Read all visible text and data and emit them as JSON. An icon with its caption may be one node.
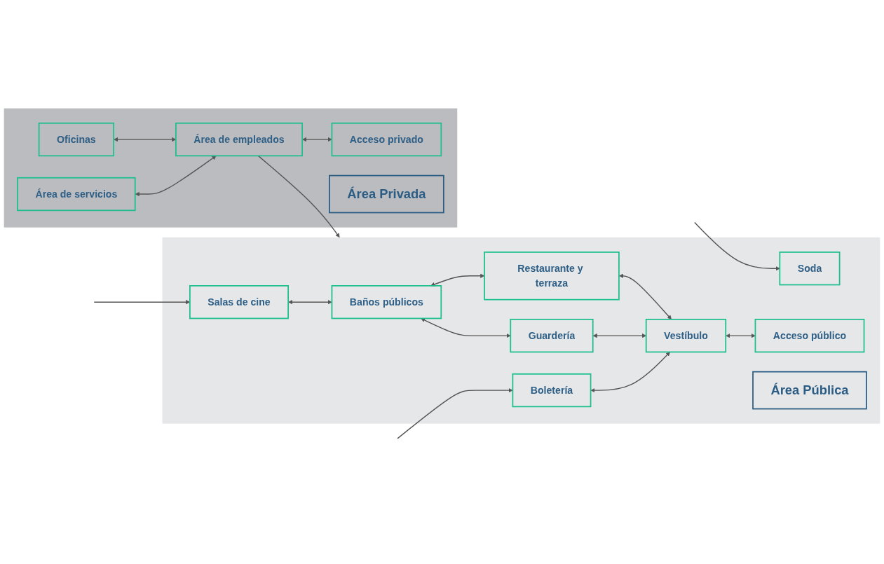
{
  "diagram": {
    "nodes": [
      {
        "text": [],
        "shape": "box"
      },
      {
        "text": [
          "Baños públicos"
        ],
        "in": 0
      },
      {
        "text": [
          "Salas de cine"
        ],
        "in": 0
      },
      {
        "text": [
          "Restaurante y terraza"
        ],
        "in": 0
      },
      {
        "text": [
          "Guardería"
        ],
        "in": 0
      },
      {
        "text": [
          "Soda"
        ],
        "in": 0
      },
      {
        "text": [
          "Boletería"
        ],
        "in": 0
      },
      {
        "text": [
          "Vestíbulo"
        ],
        "in": 0
      },
      {
        "text": [
          "Acceso público"
        ],
        "in": 0
      },
      {
        "text": [
          "Área Pública"
        ],
        "in": 0
      },
      {
        "text": [],
        "shape": "box"
      },
      {
        "text": [
          "Oficinas"
        ],
        "in": 10
      },
      {
        "text": [
          "Área de servicios"
        ],
        "in": 10
      },
      {
        "text": [
          "Área de empleados"
        ],
        "in": 10
      },
      {
        "text": [
          "Acceso privado"
        ],
        "in": 10
      },
      {
        "text": [
          "Área Privada"
        ],
        "in": 10
      }
    ],
    "edges": [
      {
        "from": 2,
        "to": 1,
        "arrow": "both"
      },
      {
        "from": 1,
        "to": 3,
        "arrow": "both"
      },
      {
        "from": 1,
        "to": 4,
        "arrow": "both"
      },
      {
        "from": null,
        "to": 2,
        "arrow": "to"
      },
      {
        "from": null,
        "to": 5,
        "arrow": "to"
      },
      {
        "from": null,
        "to": 6,
        "arrow": "to"
      },
      {
        "from": 3,
        "to": 7,
        "arrow": "both"
      },
      {
        "from": 4,
        "to": 7,
        "arrow": "both"
      },
      {
        "from": 6,
        "to": 7,
        "arrow": "both"
      },
      {
        "from": 7,
        "to": 8,
        "arrow": "both"
      },
      {
        "from": 13,
        "to": 0,
        "arrow": "to"
      },
      {
        "from": 11,
        "to": 13,
        "arrow": "both"
      },
      {
        "from": 12,
        "to": 13,
        "arrow": "both"
      },
      {
        "from": 13,
        "to": 14,
        "arrow": "both"
      }
    ]
  }
}
